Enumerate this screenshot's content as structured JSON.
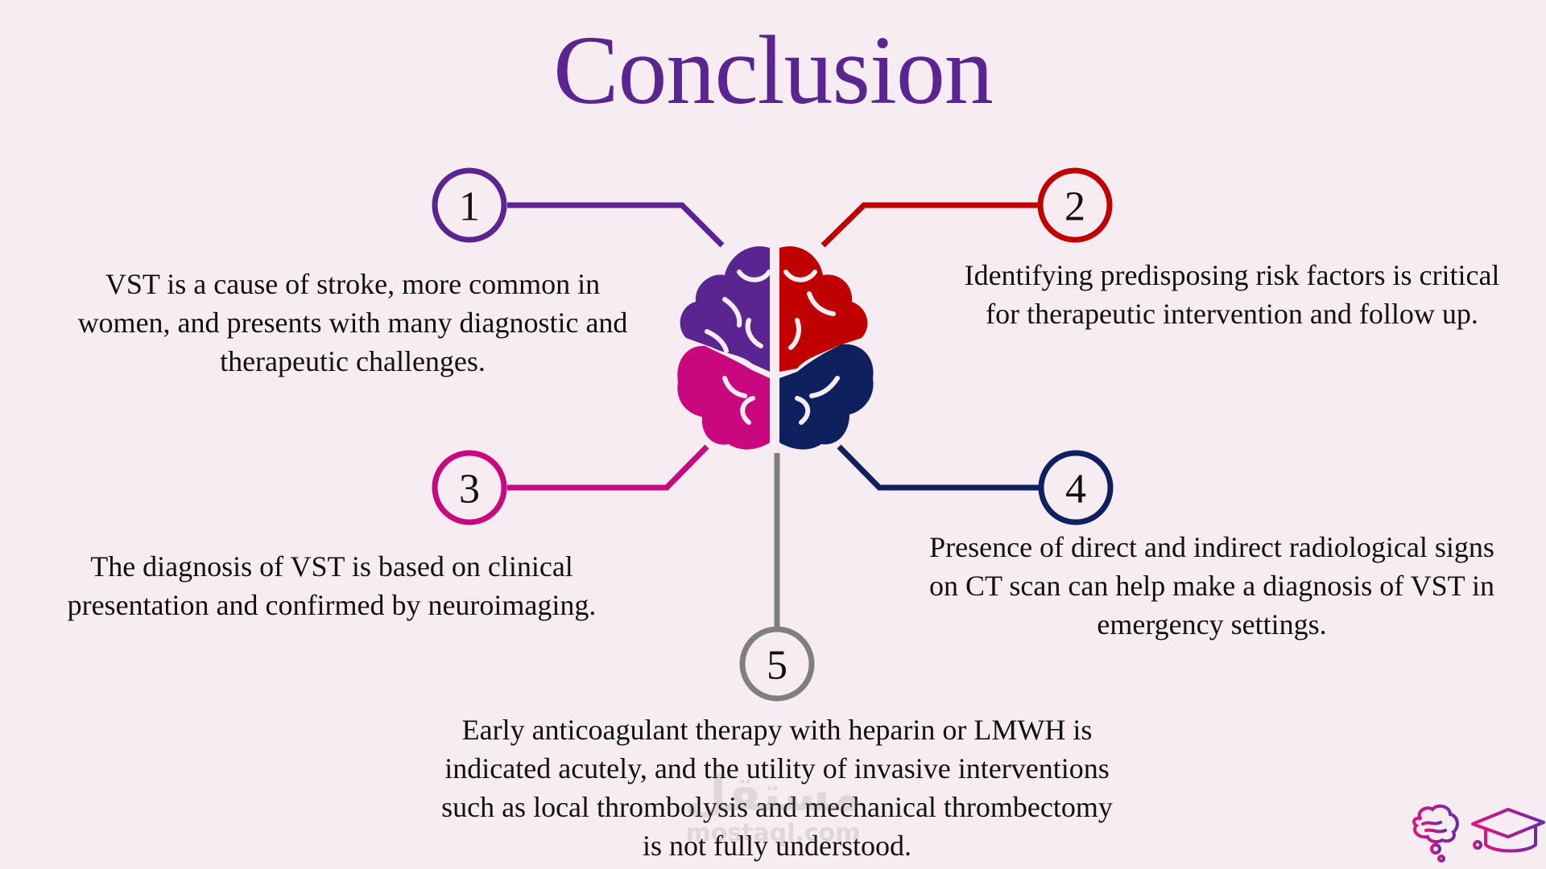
{
  "title": "Conclusion",
  "colors": {
    "background": "#F7ECF1",
    "title": "#5A2590",
    "point1": "#5A2590",
    "point2": "#C00000",
    "point3": "#C9077E",
    "point4": "#0E205E",
    "point5": "#7F7F7F"
  },
  "points": [
    {
      "number": "1",
      "lines": [
        "VST is a cause of stroke, more common in",
        "women, and presents with many diagnostic and",
        "therapeutic challenges."
      ]
    },
    {
      "number": "2",
      "lines": [
        "Identifying predisposing risk factors is critical",
        "for therapeutic intervention and follow up."
      ]
    },
    {
      "number": "3",
      "lines": [
        "The diagnosis of VST is based on clinical",
        "presentation and confirmed by neuroimaging."
      ]
    },
    {
      "number": "4",
      "lines": [
        "Presence of direct and indirect radiological signs",
        "on CT scan can help make a diagnosis of VST in",
        "emergency settings."
      ]
    },
    {
      "number": "5",
      "lines": [
        "Early anticoagulant therapy with heparin or LMWH is",
        "indicated acutely, and the utility of invasive interventions",
        "such as local thrombolysis and mechanical thrombectomy",
        "is not fully understood."
      ]
    }
  ],
  "center_icon": "brain-icon",
  "watermark": {
    "arabic": "مستقل",
    "latin": "mostaql.com"
  },
  "logo": {
    "icons": [
      "brain-thought-icon",
      "graduation-cap-icon"
    ]
  }
}
